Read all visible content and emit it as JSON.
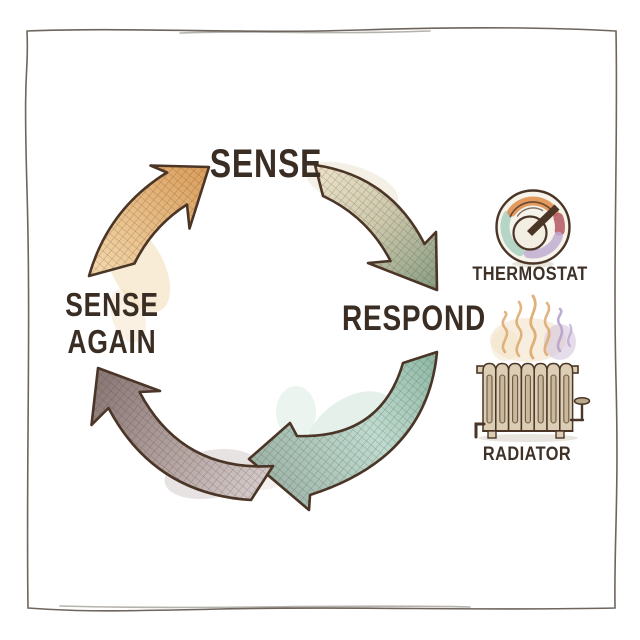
{
  "cycle": {
    "steps": [
      {
        "id": "sense",
        "label": "SENSE"
      },
      {
        "id": "respond",
        "label": "RESPOND"
      },
      {
        "id": "sense-again",
        "label": "SENSE\nAGAIN"
      }
    ]
  },
  "icons": {
    "thermostat": {
      "label": "THERMOSTAT"
    },
    "radiator": {
      "label": "RADIATOR"
    }
  },
  "colors": {
    "ink": "#4a3526",
    "label_text": "#3a2d23",
    "frame_line": "#6e655c",
    "arrow_sense_tail": "#f2d5a8",
    "arrow_sense_head": "#db9f5c",
    "arrow_respond_tail": "#ebe1c8",
    "arrow_respond_mid": "#cdc9ad",
    "arrow_respond_head": "#8ea287",
    "arrow_loop_tail": "#8cb8a4",
    "arrow_loop_mid": "#bedbd0",
    "arrow_loop_head": "#9eb5a9",
    "arrow_again_tail": "#d3c9c8",
    "arrow_again_mid": "#b3a3a1",
    "arrow_again_head": "#8c7a79",
    "thermostat_teal": "#a9cfc0",
    "thermostat_orange": "#e09050",
    "thermostat_red": "#b85f68",
    "thermostat_lavender": "#c0abd1",
    "dial_face": "#f6f3ea",
    "knob_face": "#f2efe2",
    "radiator_body": "#dcceb5",
    "radiator_slot": "#c9b89c",
    "heat_wave_orange": "#dca76a",
    "heat_wave_purple": "#b49fc8"
  }
}
